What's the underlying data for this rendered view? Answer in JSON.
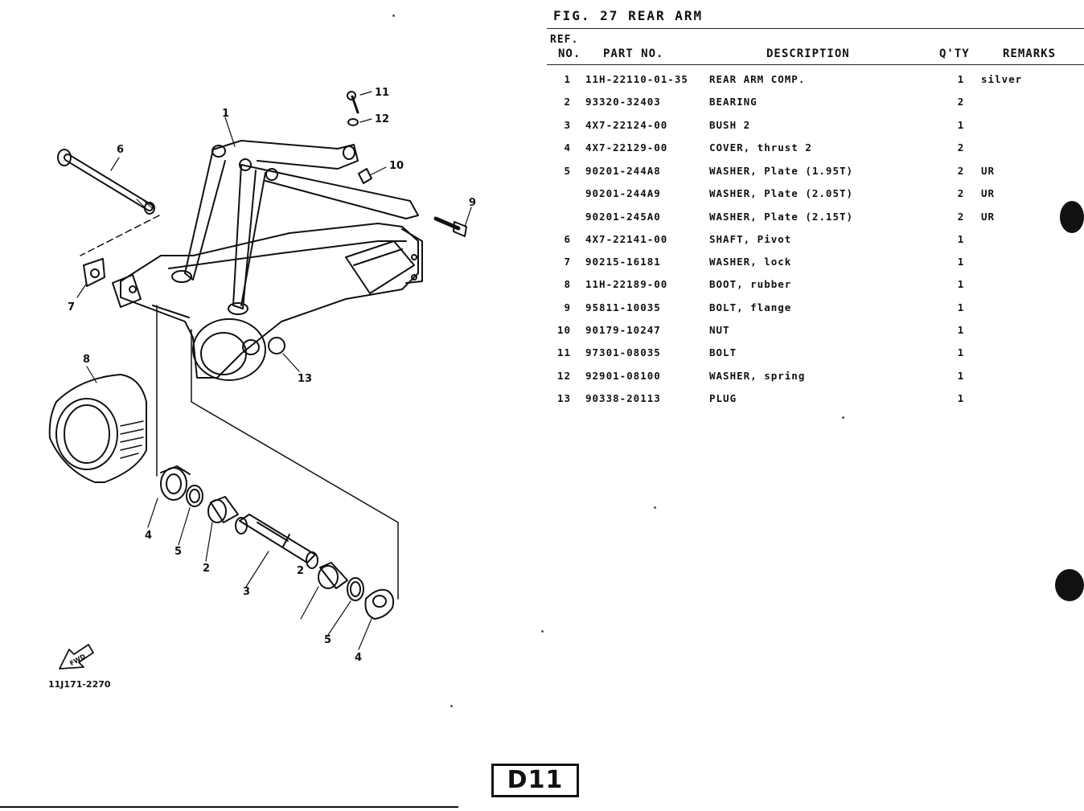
{
  "figure": {
    "title": "FIG. 27  REAR ARM",
    "drawing_code": "11J171-2270",
    "fwd_label": "FWD",
    "callouts": {
      "c1": "1",
      "c2a": "2",
      "c2b": "2",
      "c3": "3",
      "c4a": "4",
      "c4b": "4",
      "c5a": "5",
      "c5b": "5",
      "c6": "6",
      "c7": "7",
      "c8": "8",
      "c9": "9",
      "c10": "10",
      "c11": "11",
      "c12": "12",
      "c13": "13"
    }
  },
  "table": {
    "headers": {
      "ref_line1": "REF.",
      "ref_line2": "NO.",
      "part_no": "PART NO.",
      "description": "DESCRIPTION",
      "qty": "Q'TY",
      "remarks": "REMARKS"
    },
    "rows": [
      {
        "ref": "1",
        "part": "11H-22110-01-35",
        "desc": "REAR ARM COMP.",
        "qty": "1",
        "remarks": "silver"
      },
      {
        "ref": "2",
        "part": "93320-32403",
        "desc": "BEARING",
        "qty": "2",
        "remarks": ""
      },
      {
        "ref": "3",
        "part": "4X7-22124-00",
        "desc": "BUSH 2",
        "qty": "1",
        "remarks": ""
      },
      {
        "ref": "4",
        "part": "4X7-22129-00",
        "desc": "COVER, thrust 2",
        "qty": "2",
        "remarks": ""
      },
      {
        "ref": "5",
        "part": "90201-244A8",
        "desc": "WASHER, Plate (1.95T)",
        "qty": "2",
        "remarks": "UR"
      },
      {
        "ref": "",
        "part": "90201-244A9",
        "desc": "WASHER, Plate (2.05T)",
        "qty": "2",
        "remarks": "UR"
      },
      {
        "ref": "",
        "part": "90201-245A0",
        "desc": "WASHER, Plate (2.15T)",
        "qty": "2",
        "remarks": "UR"
      },
      {
        "ref": "6",
        "part": "4X7-22141-00",
        "desc": "SHAFT, Pivot",
        "qty": "1",
        "remarks": ""
      },
      {
        "ref": "7",
        "part": "90215-16181",
        "desc": "WASHER, lock",
        "qty": "1",
        "remarks": ""
      },
      {
        "ref": "8",
        "part": "11H-22189-00",
        "desc": "BOOT, rubber",
        "qty": "1",
        "remarks": ""
      },
      {
        "ref": "9",
        "part": "95811-10035",
        "desc": "BOLT, flange",
        "qty": "1",
        "remarks": ""
      },
      {
        "ref": "10",
        "part": "90179-10247",
        "desc": "NUT",
        "qty": "1",
        "remarks": ""
      },
      {
        "ref": "11",
        "part": "97301-08035",
        "desc": "BOLT",
        "qty": "1",
        "remarks": ""
      },
      {
        "ref": "12",
        "part": "92901-08100",
        "desc": "WASHER, spring",
        "qty": "1",
        "remarks": ""
      },
      {
        "ref": "13",
        "part": "90338-20113",
        "desc": "PLUG",
        "qty": "1",
        "remarks": ""
      }
    ]
  },
  "page_code": "D11"
}
